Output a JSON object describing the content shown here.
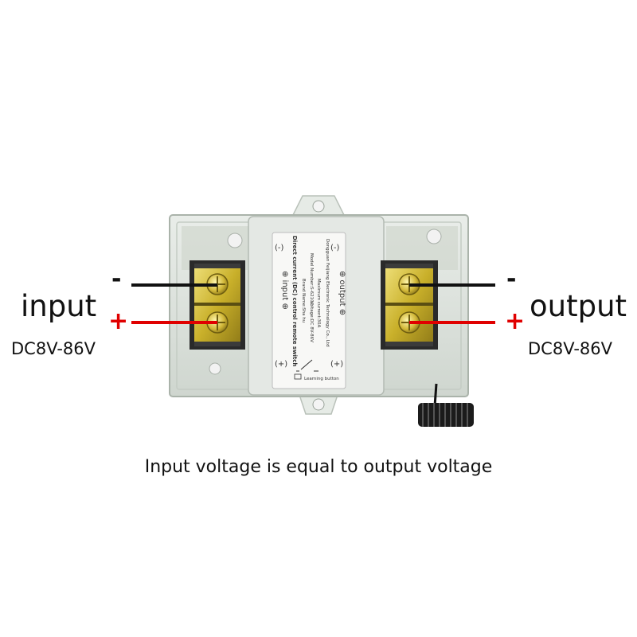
{
  "input_side": {
    "title": "input",
    "voltage": "DC8V-86V",
    "minus_sign": "-",
    "plus_sign": "+"
  },
  "output_side": {
    "title": "output",
    "voltage": "DC8V-86V",
    "minus_sign": "-",
    "plus_sign": "+"
  },
  "device_label": {
    "terminal_minus": "(-)",
    "terminal_plus": "(+)",
    "input_text": "⊕ input ⊕",
    "output_text": "⊕ output ⊕",
    "learning_button": "Learning button",
    "lines": [
      "Direct current (DC) control remote switch",
      "Brand Name:Sha hu",
      "Model Number:S-6210C",
      "Maximum current:30A",
      "voltage:DC 8V-86V",
      "Dongguan Feijiang Electronic Technology Co., Ltd"
    ]
  },
  "caption": "Input voltage is equal to output voltage",
  "colors": {
    "negative_wire": "#111111",
    "positive_wire": "#e00000",
    "terminal_brass": "#d8c23a",
    "housing": "#dfe4df"
  }
}
